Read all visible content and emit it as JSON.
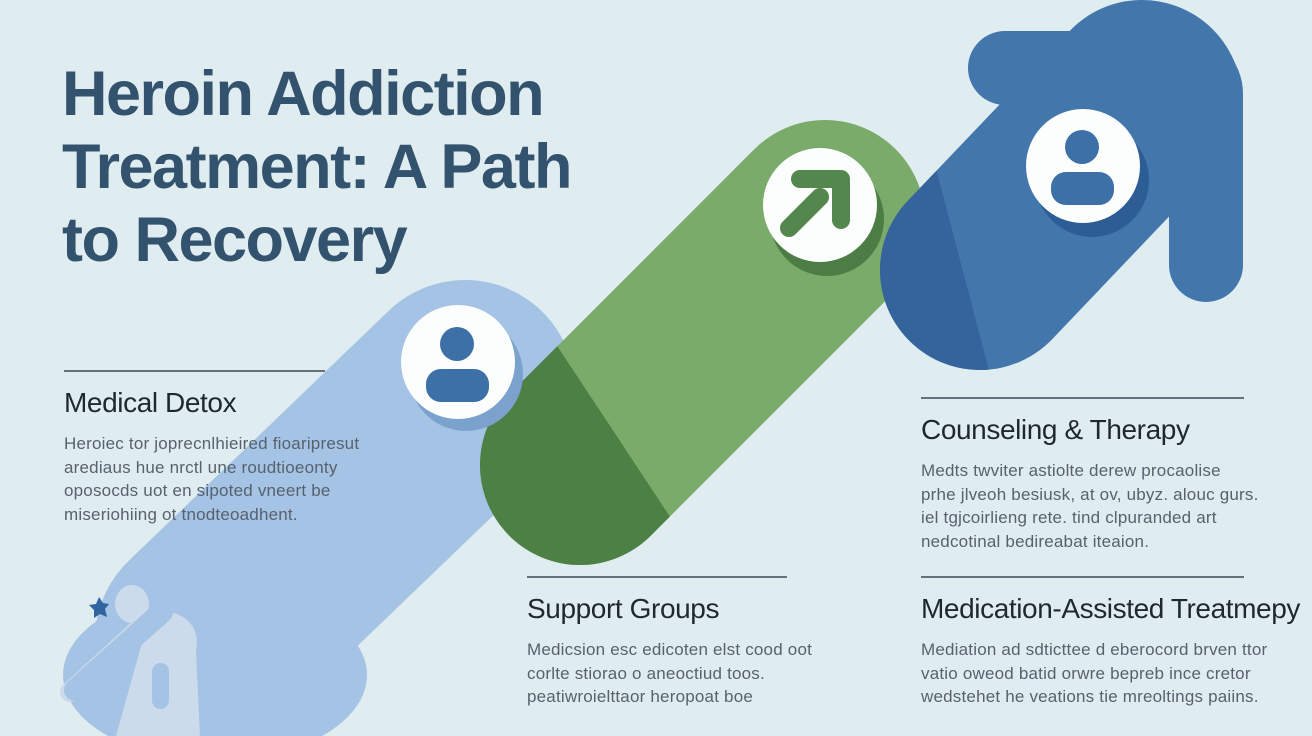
{
  "title": {
    "lines": [
      "Heroin Addiction",
      "Treatment: A Path",
      "to Recovery"
    ]
  },
  "steps": [
    {
      "id": "medical-detox",
      "heading": "Medical Detox",
      "body": [
        "Heroiec tor joprecnlhieired fioaripresut",
        "arediaus hue nrctl une roudtioeonty",
        "oposocds uot en sipoted vneert be",
        "miseriohiing ot tnodteoadhent."
      ],
      "badge_icon": "person-icon"
    },
    {
      "id": "support-groups",
      "heading": "Support Groups",
      "body": [
        "Medicsion esc edicoten elst cood oot",
        "corlte stiorao o aneoctiud toos.",
        "peatiwroielttaor heropoat boe"
      ],
      "badge_icon": "up-right-arrow-icon"
    },
    {
      "id": "counseling-therapy",
      "heading": "Counseling & Therapy",
      "body": [
        "Medts twviter astiolte derew procaolise",
        "prhe jlveoh besiusk, at ov, ubyz. alouc gurs.",
        "iel tgjcoirlieng rete. tind clpuranded art",
        "nedcotinal bedireabat iteaion."
      ],
      "badge_icon": "person-icon"
    },
    {
      "id": "medication-assisted-treatment",
      "heading": "Medication-Assisted Treatmepy",
      "body": [
        "Mediation ad sdticttee d eberocord brven ttor",
        "vatio oweod batid orwre bepreb ince cretor",
        "wedstehet he veations tie mreoltings paiins."
      ]
    }
  ],
  "colors": {
    "background": "#e0edf0",
    "band_light_blue": "#a5c3e4",
    "band_green": "#7aab6a",
    "band_green_dark": "#4d8045",
    "band_blue": "#4377ac",
    "band_blue_dark": "#35639b",
    "badge_white": "#fcfdfd",
    "icon_blue": "#3c70a6",
    "icon_green": "#54874d",
    "decor_light": "#cbdbec",
    "decor_accent": "#2f66a0",
    "title_text": "#32526e",
    "heading_text": "#1e2832",
    "body_text": "#57626e",
    "divider": "#66717e"
  }
}
